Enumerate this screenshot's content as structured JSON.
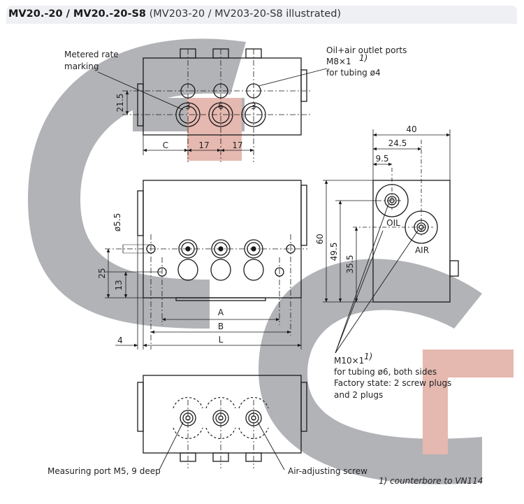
{
  "title": {
    "bold": "MV20.-20 / MV20.-20-S8",
    "rest": "(MV203-20 / MV203-20-S8 illustrated)"
  },
  "callouts": {
    "metered_line1": "Metered rate",
    "metered_line2": "marking",
    "outlet_line1": "Oil+air outlet ports",
    "outlet_line2": "M8×1",
    "outlet_sup": "1)",
    "outlet_line3": "for tubing ø4",
    "m10_line1": "M10×1",
    "m10_sup": "1)",
    "m10_line2": "for tubing ø6, both sides",
    "m10_line3": "Factory state: 2 screw plugs",
    "m10_line4": "and 2 plugs",
    "measuring_port": "Measuring port M5, 9 deep",
    "air_adjusting": "Air-adjusting screw",
    "footnote": "1) counterbore to VN114"
  },
  "port_labels": {
    "oil": "OIL",
    "air": "AIR",
    "rate_markings": [
      "3",
      "6",
      "3"
    ]
  },
  "dimensions": {
    "top_c": "C",
    "top_17a": "17",
    "top_17b": "17",
    "top_21_5": "21.5",
    "front_a": "A",
    "front_b": "B",
    "front_l": "L",
    "front_4": "4",
    "front_25": "25",
    "front_13": "13",
    "front_d5_5": "ø5.5",
    "side_40": "40",
    "side_24_5": "24.5",
    "side_9_5": "9.5",
    "side_60": "60",
    "side_49_5": "49.5",
    "side_35_5": "35.5"
  },
  "colors": {
    "watermark_gray": "#a9abaf",
    "watermark_red": "#e3b1a8",
    "line": "#1a1a1a",
    "title_bg": "#eef0f3"
  }
}
